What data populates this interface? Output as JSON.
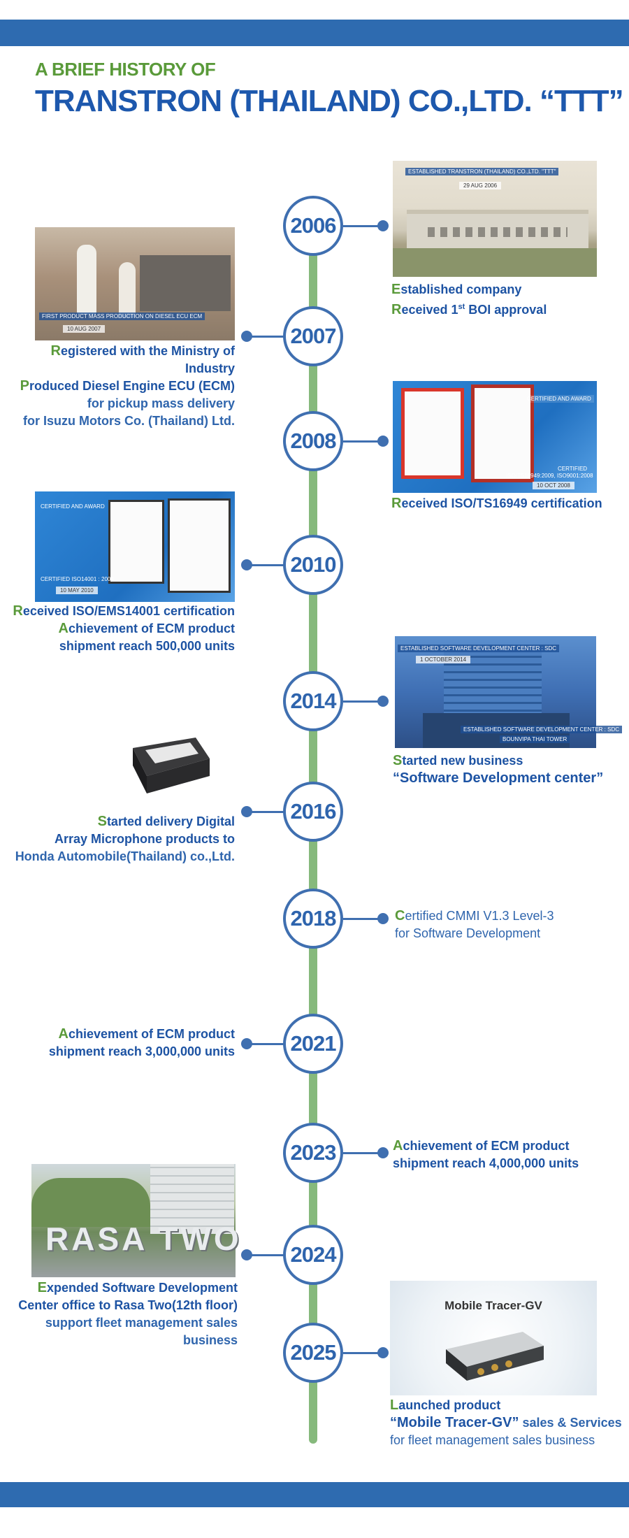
{
  "header": {
    "subtitle": "A BRIEF HISTORY OF",
    "title": "TRANSTRON (THAILAND) CO.,LTD. “TTT”"
  },
  "colors": {
    "accent_blue": "#2e6bb0",
    "accent_green": "#5a9a3a",
    "timeline_green": "#86b97c"
  },
  "years": [
    "2006",
    "2007",
    "2008",
    "2010",
    "2014",
    "2016",
    "2018",
    "2021",
    "2023",
    "2024",
    "2025"
  ],
  "events": {
    "e2006": {
      "l1_ini": "E",
      "l1_rest": "stablished company",
      "l2_ini": "R",
      "l2_a": "eceived 1",
      "l2_sup": "st",
      "l2_b": " BOI approval",
      "photo_label": "ESTABLISHED TRANSTRON (THAILAND) CO.,LTD. \"TTT\"",
      "photo_date": "29 AUG 2006"
    },
    "e2007": {
      "l1_ini": "R",
      "l1_rest": "egistered with the Ministry of Industry",
      "l2_ini": "P",
      "l2_a": "roduced ",
      "l2_b": "Diesel Engine ECU (ECM)",
      "l3": "for pickup mass delivery",
      "l4": "for Isuzu Motors Co. (Thailand) Ltd.",
      "photo_label": "FIRST PRODUCT MASS PRODUCTION ON DIESEL ECU ECM",
      "photo_date": "10 AUG 2007"
    },
    "e2008": {
      "l1_ini": "R",
      "l1_a": "eceived ",
      "l1_b": "ISO/TS16949",
      "l1_c": " certification",
      "photo_label": "CERTIFIED AND AWARD",
      "photo_cert": "CERTIFIED",
      "photo_cert2": "ISO/TS16949:2009, ISO9001:2008",
      "photo_date": "10 OCT 2008"
    },
    "e2010": {
      "l1_ini": "R",
      "l1_a": "eceived ",
      "l1_b": "ISO/EMS14001",
      "l1_c": " certification",
      "l2_ini": "A",
      "l2_rest": "chievement of ECM product",
      "l3_a": "shipment reach ",
      "l3_b": "500,000 units",
      "photo_label": "CERTIFIED AND AWARD",
      "photo_cert": "CERTIFIED ISO14001 : 2004",
      "photo_date": "10 MAY 2010"
    },
    "e2014": {
      "l1_ini": "S",
      "l1_rest": "tarted new business",
      "l2": "“Software Development center”",
      "photo_label": "ESTABLISHED SOFTWARE DEVELOPMENT CENTER : SDC",
      "photo_date": "1 OCTOBER 2014",
      "photo_label2": "ESTABLISHED SOFTWARE DEVELOPMENT CENTER : SDC",
      "photo_label3": "BOUNVIPA THAI TOWER"
    },
    "e2016": {
      "l1_ini": "S",
      "l1_rest": "tarted delivery Digital",
      "l2_a": "Array Microphone products",
      "l2_b": " to",
      "l3": "Honda Automobile(Thailand) co.,Ltd."
    },
    "e2018": {
      "l1_ini": "C",
      "l1_rest": "ertified CMMI V1.3 Level-3",
      "l2": "for Software Development"
    },
    "e2021": {
      "l1_ini": "A",
      "l1_rest": "chievement of ECM product",
      "l2_a": "shipment reach ",
      "l2_b": "3,000,000 units"
    },
    "e2023": {
      "l1_ini": "A",
      "l1_rest": "chievement of ECM product",
      "l2_a": "shipment reach ",
      "l2_b": "4,000,000 units"
    },
    "e2024": {
      "l1_ini": "E",
      "l1_rest": "xpended Software Development",
      "l2_a": "Center office to ",
      "l2_b": "Rasa Two(12th floor)",
      "l3": "support fleet management sales business",
      "photo_sign": "RASA TWO"
    },
    "e2025": {
      "l1_ini": "L",
      "l1_rest": "aunched product",
      "l2_a": "“Mobile Tracer-GV”",
      "l2_b": " sales & Services",
      "l3": "for fleet management sales business",
      "photo_title": "Mobile Tracer-GV"
    }
  }
}
